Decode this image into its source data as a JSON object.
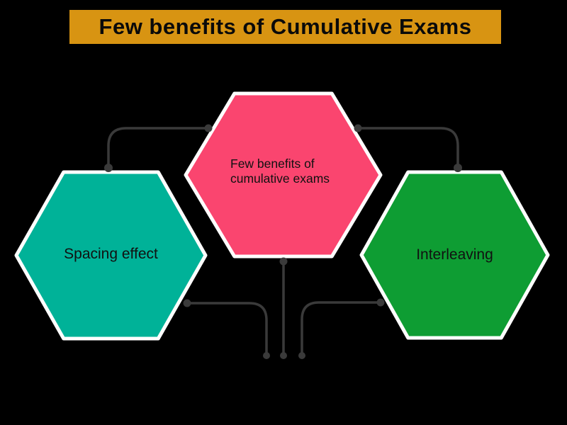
{
  "title": {
    "text": "Few benefits of Cumulative Exams"
  },
  "nodes": {
    "center": {
      "label": "Few benefits of\ncumulative exams"
    },
    "left": {
      "label": "Spacing effect"
    },
    "right": {
      "label": "Interleaving"
    }
  },
  "colors": {
    "background": "#000000",
    "banner": "#D89412",
    "banner_text": "#0A0A0A",
    "node_center": "#FA456F",
    "node_left": "#00B298",
    "node_right": "#0E9D33",
    "node_border": "#FFFFFF",
    "node_label": "#111111",
    "connector": "#3A3A3A"
  }
}
